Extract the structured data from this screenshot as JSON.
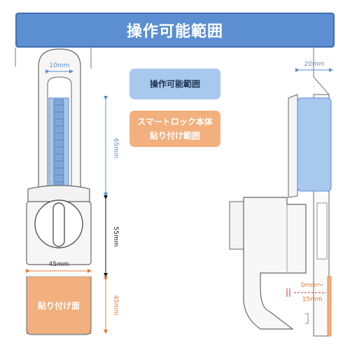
{
  "title": "操作可能範囲",
  "legend": {
    "operable": "操作可能範囲",
    "stick_line1": "スマートロック本体",
    "stick_line2": "貼り付け範囲"
  },
  "left_view": {
    "dim_knob_width": "10mm",
    "dim_knob_height": "65mm",
    "dim_middle": "55mm",
    "dim_body_width": "45mm",
    "dim_stick_height": "45mm",
    "stick_label": "貼り付け面"
  },
  "right_view": {
    "dim_width": "20mm",
    "dim_gap_line1": "0mm～",
    "dim_gap_line2": "15mm"
  },
  "colors": {
    "banner": "#5b8fd1",
    "operable": "#a8c8ee",
    "stick": "#f2b07e",
    "blue_dim": "#5a8fd0",
    "orange_dim": "#e07b39"
  }
}
